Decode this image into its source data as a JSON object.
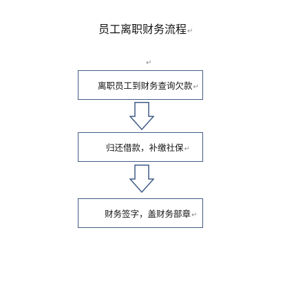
{
  "title": "员工离职财务流程",
  "paragraph_mark": "↵",
  "steps": [
    {
      "label": "离职员工到财务查询欠款"
    },
    {
      "label": "归还借款，补缴社保"
    },
    {
      "label": "财务签字，盖财务部章"
    }
  ],
  "icons": {
    "arrow": "down-arrow-icon",
    "paragraph": "paragraph-mark-icon"
  },
  "colors": {
    "box_border": "#3e5a86",
    "arrow_stroke": "#3e5a86",
    "text": "#111111"
  }
}
